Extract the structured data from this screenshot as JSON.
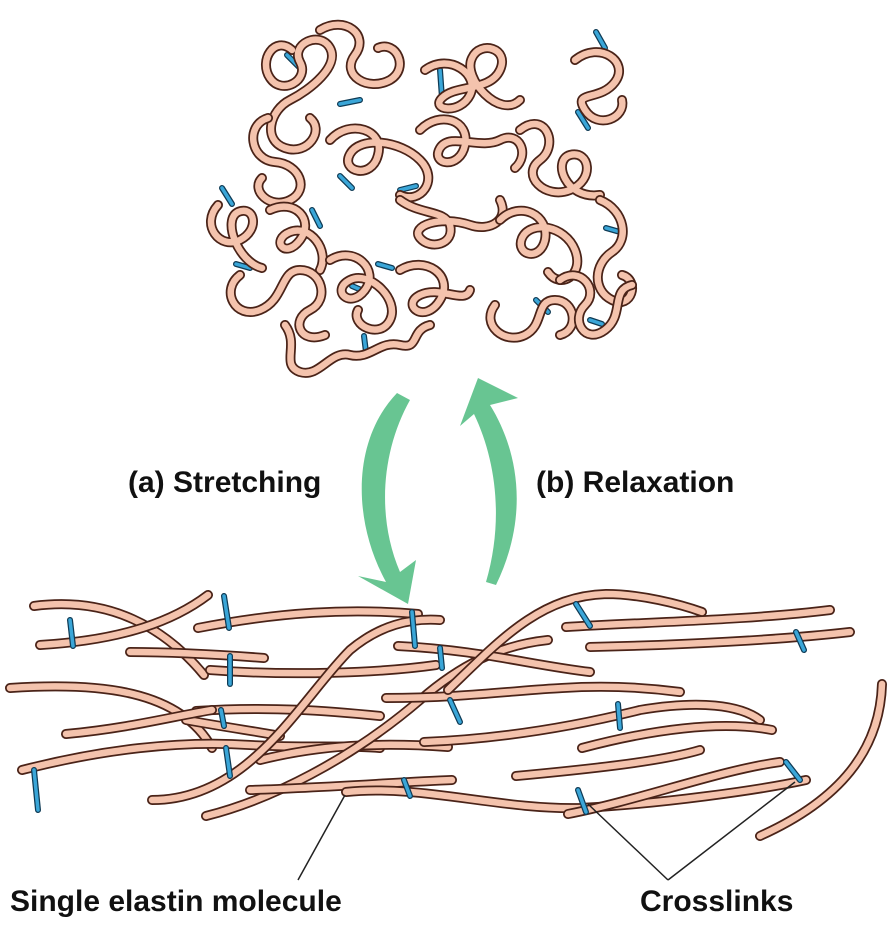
{
  "labels": {
    "stretching_letter": "(a)",
    "stretching": "Stretching",
    "relaxation_letter": "(b)",
    "relaxation": "Relaxation",
    "single_molecule": "Single elastin molecule",
    "crosslinks": "Crosslinks"
  },
  "colors": {
    "fiber_fill": "#f4c3ad",
    "fiber_outline": "#4a2318",
    "crosslink": "#3aa6d8",
    "arrow": "#68c592",
    "leader_line": "#222222"
  }
}
